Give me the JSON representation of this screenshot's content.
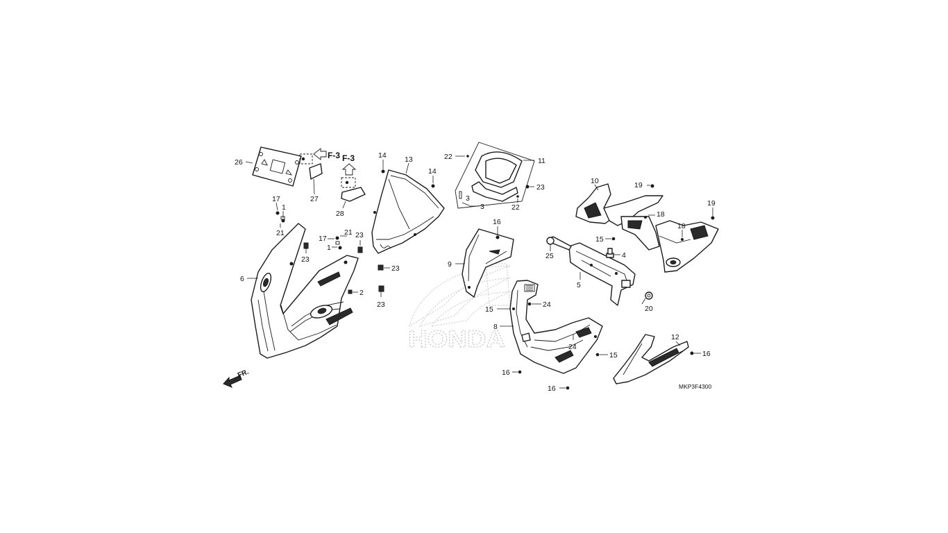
{
  "diagram": {
    "code": "MKP3F4300",
    "front_label": "FR.",
    "watermark": "HONDA",
    "refs": [
      {
        "id": "ref-f3-a",
        "text": "F-3"
      },
      {
        "id": "ref-f3-b",
        "text": "F-3"
      }
    ],
    "callouts": [
      {
        "id": "c-26",
        "text": "26"
      },
      {
        "id": "c-27",
        "text": "27"
      },
      {
        "id": "c-28",
        "text": "28"
      },
      {
        "id": "c-17a",
        "text": "17"
      },
      {
        "id": "c-1a",
        "text": "1"
      },
      {
        "id": "c-21a",
        "text": "21"
      },
      {
        "id": "c-23a",
        "text": "23"
      },
      {
        "id": "c-17b",
        "text": "17"
      },
      {
        "id": "c-21b",
        "text": "21"
      },
      {
        "id": "c-1b",
        "text": "1"
      },
      {
        "id": "c-23b",
        "text": "23"
      },
      {
        "id": "c-6",
        "text": "6"
      },
      {
        "id": "c-2",
        "text": "2"
      },
      {
        "id": "c-14a",
        "text": "14"
      },
      {
        "id": "c-13",
        "text": "13"
      },
      {
        "id": "c-14b",
        "text": "14"
      },
      {
        "id": "c-23c",
        "text": "23"
      },
      {
        "id": "c-23d",
        "text": "23"
      },
      {
        "id": "c-22a",
        "text": "22"
      },
      {
        "id": "c-11",
        "text": "11"
      },
      {
        "id": "c-3a",
        "text": "3"
      },
      {
        "id": "c-3b",
        "text": "3"
      },
      {
        "id": "c-23e",
        "text": "23"
      },
      {
        "id": "c-22b",
        "text": "22"
      },
      {
        "id": "c-16a",
        "text": "16"
      },
      {
        "id": "c-9",
        "text": "9"
      },
      {
        "id": "c-10",
        "text": "10"
      },
      {
        "id": "c-19a",
        "text": "19"
      },
      {
        "id": "c-18a",
        "text": "18"
      },
      {
        "id": "c-19b",
        "text": "19"
      },
      {
        "id": "c-18b",
        "text": "18"
      },
      {
        "id": "c-15a",
        "text": "15"
      },
      {
        "id": "c-25",
        "text": "25"
      },
      {
        "id": "c-4",
        "text": "4"
      },
      {
        "id": "c-5",
        "text": "5"
      },
      {
        "id": "c-20",
        "text": "20"
      },
      {
        "id": "c-15b",
        "text": "15"
      },
      {
        "id": "c-24a",
        "text": "24"
      },
      {
        "id": "c-8",
        "text": "8"
      },
      {
        "id": "c-24b",
        "text": "24"
      },
      {
        "id": "c-15c",
        "text": "15"
      },
      {
        "id": "c-16b",
        "text": "16"
      },
      {
        "id": "c-16c",
        "text": "16"
      },
      {
        "id": "c-12",
        "text": "12"
      },
      {
        "id": "c-16d",
        "text": "16"
      }
    ]
  }
}
